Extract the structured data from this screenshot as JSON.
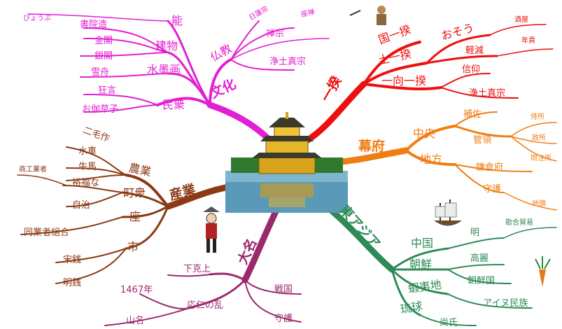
{
  "colors": {
    "culture": "#e21fd2",
    "ikki": "#ee0f0f",
    "bakufu": "#f07d12",
    "east_asia": "#2e8b57",
    "daimyo": "#9b2a6c",
    "industry": "#8b3a14"
  },
  "center": {
    "image": "kinkakuji-golden-pavilion"
  },
  "culture": {
    "title": "文化",
    "buddhism": "仏教",
    "nichiren": "日蓮宗",
    "zazen": "座禅",
    "zen": "禅宗",
    "jodo_shin": "浄土真宗",
    "noh": "能",
    "byobu": "びょうぶ",
    "architecture": "建物",
    "shoin": "書院造",
    "kinkaku": "金閣",
    "ginkaku": "銀閣",
    "suibokuga": "水墨画",
    "sesshu": "雪舟",
    "people": "民衆",
    "kyogen": "狂言",
    "otogizoshi": "お伽草子"
  },
  "ikki": {
    "title": "一揆",
    "kuni": "国一揆",
    "do": "土一揆",
    "ikko": "一向一揆",
    "osou": "おそう",
    "sakaya": "酒屋",
    "keigen": "軽減",
    "nengu": "年貢",
    "shinko": "信仰",
    "jodo_shin": "浄土真宗"
  },
  "bakufu": {
    "title": "幕府",
    "chuo": "中央",
    "hosa": "補佐",
    "kanrei": "管領",
    "samurai_dokoro": "侍所",
    "mandokoro": "政所",
    "monchujo": "問注所",
    "chiho": "地方",
    "kamakura_fu": "鎌倉府",
    "shugo": "守護",
    "jito": "地頭"
  },
  "east_asia": {
    "title": "東アジア",
    "china": "中国",
    "ming": "明",
    "kango": "勘合貿易",
    "korea": "朝鮮",
    "goryeo": "高麗",
    "joseon": "朝鮮国",
    "ezo": "蝦夷地",
    "ainu": "アイヌ民族",
    "ryukyu": "琉球",
    "shoshi": "尚氏"
  },
  "daimyo": {
    "title": "大名",
    "gekokujo": "下克上",
    "onin": "応仁の乱",
    "year": "1467年",
    "sengoku": "戦国",
    "shugo": "守護",
    "yamana": "山名"
  },
  "industry": {
    "title": "産業",
    "agriculture": "農業",
    "nimosaku": "二毛作",
    "suisha": "水車",
    "gyuba": "牛馬",
    "machishu": "町衆",
    "shokogyo": "商工業者",
    "yufuku": "裕福な",
    "jichi": "自治",
    "za": "座",
    "doogyo": "同業者組合",
    "ichi": "市",
    "sosen": "宋銭",
    "minsen": "明銭"
  }
}
